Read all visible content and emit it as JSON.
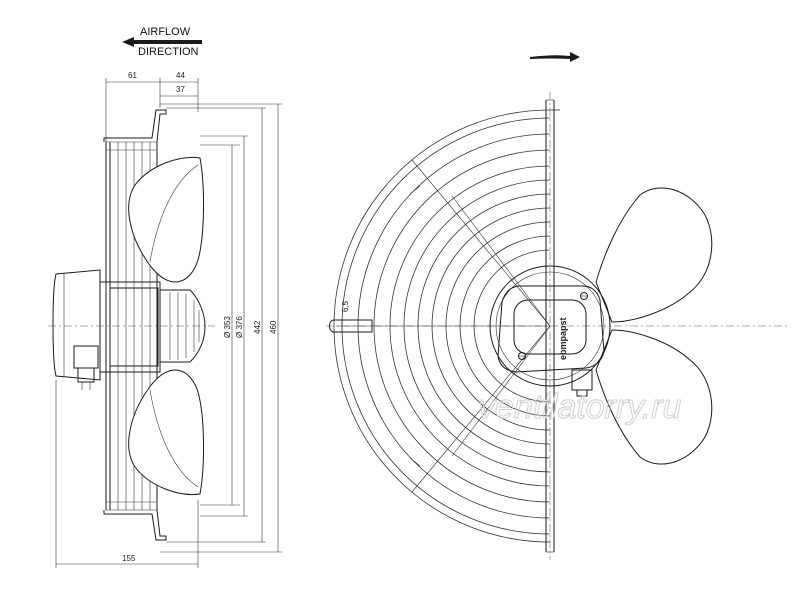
{
  "airflow": {
    "line1": "AIRFLOW",
    "line2": "DIRECTION"
  },
  "dimensions": {
    "d61": "61",
    "d44": "44",
    "d37": "37",
    "d155": "155",
    "d353": "Ø 353",
    "d376": "Ø 376",
    "d442": "442",
    "d460": "460",
    "d6_5": "6,5"
  },
  "brand_label": "ebmpapst",
  "watermark": "ventilatorry.ru",
  "colors": {
    "line": "#1a1a1a",
    "watermark": "#cfcfcf"
  }
}
